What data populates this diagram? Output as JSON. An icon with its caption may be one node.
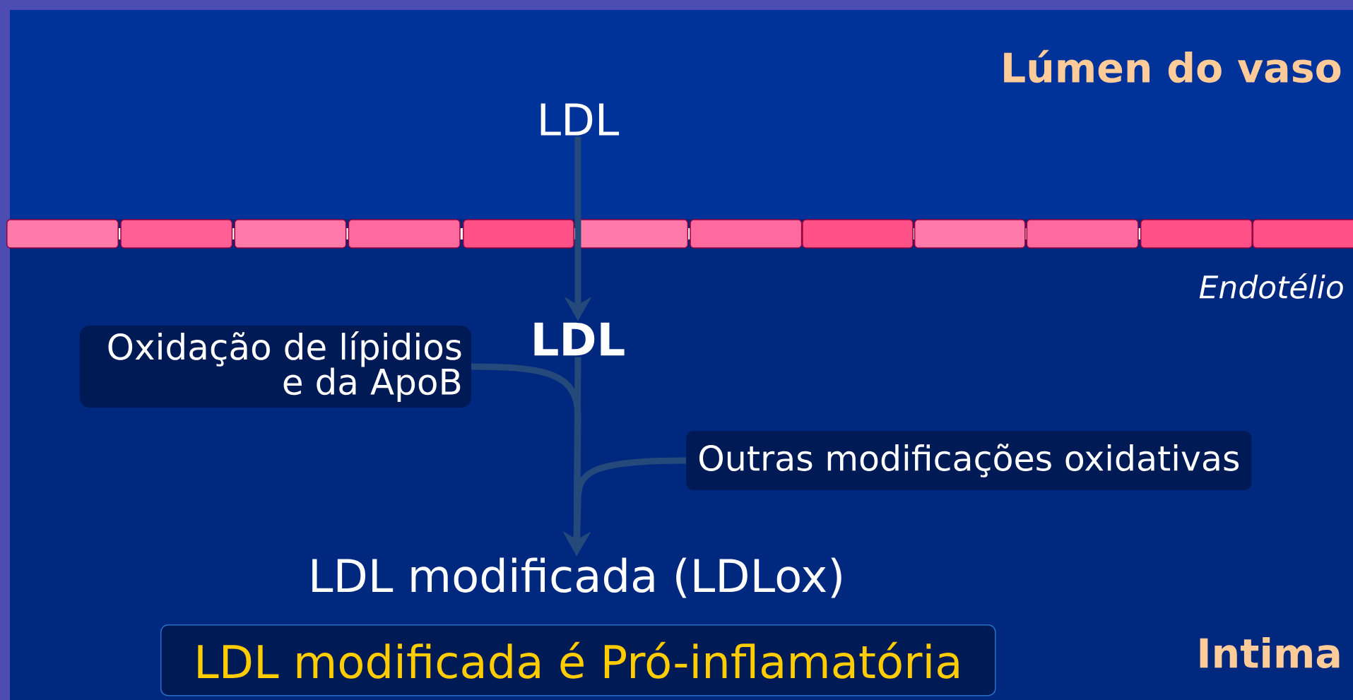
{
  "diagram": {
    "nodes": [
      {
        "text": [
          "LDL"
        ]
      },
      {
        "text": [
          "LDL"
        ]
      },
      {
        "text": [
          "LDL modificada (LDLox)"
        ]
      },
      {
        "text": [
          "Oxidação de lípidios e da ApoB"
        ]
      },
      {
        "text": [
          "Outras modificações oxidativas"
        ]
      },
      {
        "text": [
          "LDL modificada é Pró-inflamatória"
        ]
      }
    ],
    "edges": [
      {
        "from": 0,
        "to": 1,
        "arrow": "to"
      },
      {
        "from": 1,
        "to": 2,
        "arrow": "to"
      },
      {
        "from": 3,
        "to": 2,
        "arrow": "to"
      },
      {
        "from": 4,
        "to": 2,
        "arrow": "to"
      }
    ],
    "labels": [
      "Lúmen do vaso",
      "Endotélio",
      "Intima"
    ]
  }
}
